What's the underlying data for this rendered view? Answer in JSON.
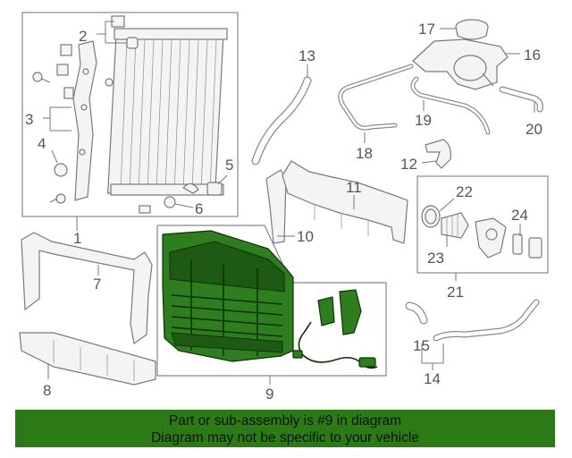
{
  "callouts": {
    "c1": "1",
    "c2": "2",
    "c3": "3",
    "c4": "4",
    "c5": "5",
    "c6": "6",
    "c7": "7",
    "c8": "8",
    "c9": "9",
    "c10": "10",
    "c11": "11",
    "c12": "12",
    "c13": "13",
    "c14": "14",
    "c15": "15",
    "c16": "16",
    "c17": "17",
    "c18": "18",
    "c19": "19",
    "c20": "20",
    "c21": "21",
    "c22": "22",
    "c23": "23",
    "c24": "24"
  },
  "banner": {
    "line1": "Part or sub-assembly is #9 in diagram",
    "line2": "Diagram may not be specific to your vehicle"
  },
  "colors": {
    "highlight": "#2e7d1f",
    "banner_bg": "#2c7a16"
  }
}
